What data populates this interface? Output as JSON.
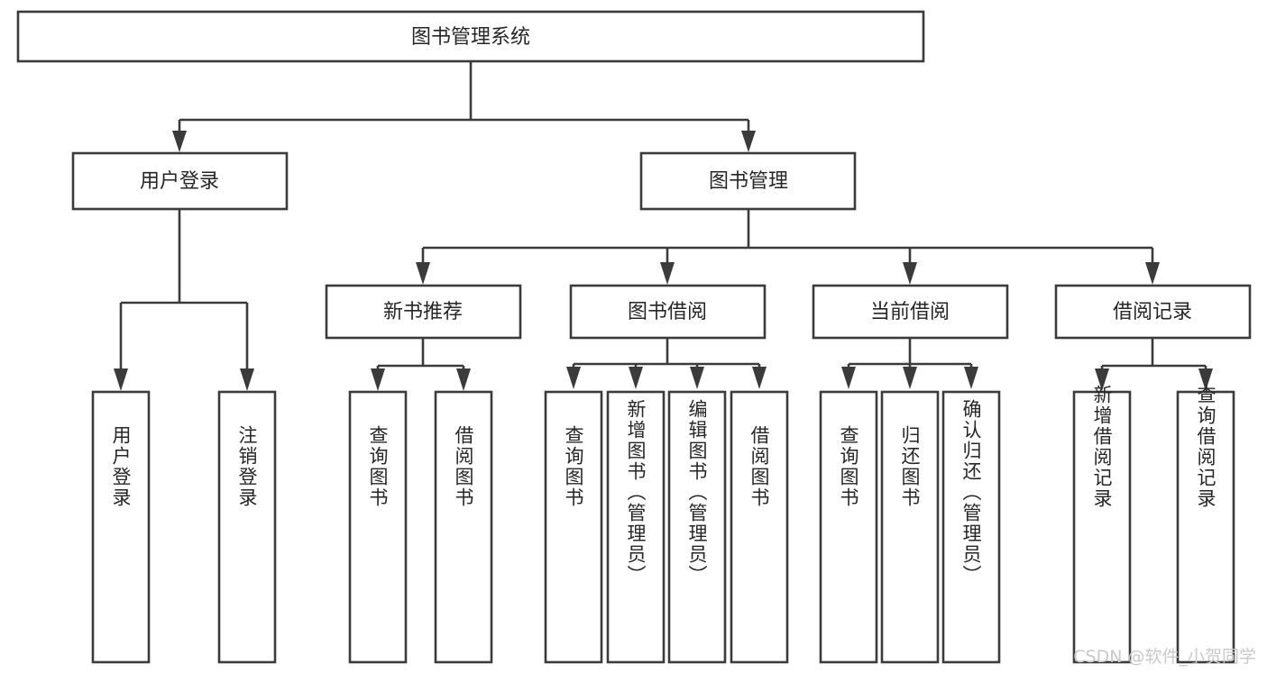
{
  "diagram": {
    "type": "tree-hierarchy",
    "title": "图书管理系统",
    "watermark": "CSDN @软件_小贺同学",
    "colors": {
      "stroke": "#3b3b3b",
      "box_fill": "#ffffff",
      "text": "#262626",
      "watermark": "#c9c9c9",
      "background": "#ffffff"
    },
    "root": {
      "label": "图书管理系统"
    },
    "level2": [
      {
        "label": "用户登录"
      },
      {
        "label": "图书管理"
      }
    ],
    "level3": [
      {
        "label": "新书推荐"
      },
      {
        "label": "图书借阅"
      },
      {
        "label": "当前借阅"
      },
      {
        "label": "借阅记录"
      }
    ],
    "leaves": {
      "user_login": [
        {
          "label": "用户登录"
        },
        {
          "label": "注销登录"
        }
      ],
      "new_book_recommend": [
        {
          "label": "查询图书"
        },
        {
          "label": "借阅图书"
        }
      ],
      "book_borrow": [
        {
          "label": "查询图书"
        },
        {
          "label": "新增图书（管理员）"
        },
        {
          "label": "编辑图书（管理员）"
        },
        {
          "label": "借阅图书"
        }
      ],
      "current_borrow": [
        {
          "label": "查询图书"
        },
        {
          "label": "归还图书"
        },
        {
          "label": "确认归还（管理员）"
        }
      ],
      "borrow_record": [
        {
          "label": "新增借阅记录"
        },
        {
          "label": "查询借阅记录"
        }
      ]
    }
  }
}
